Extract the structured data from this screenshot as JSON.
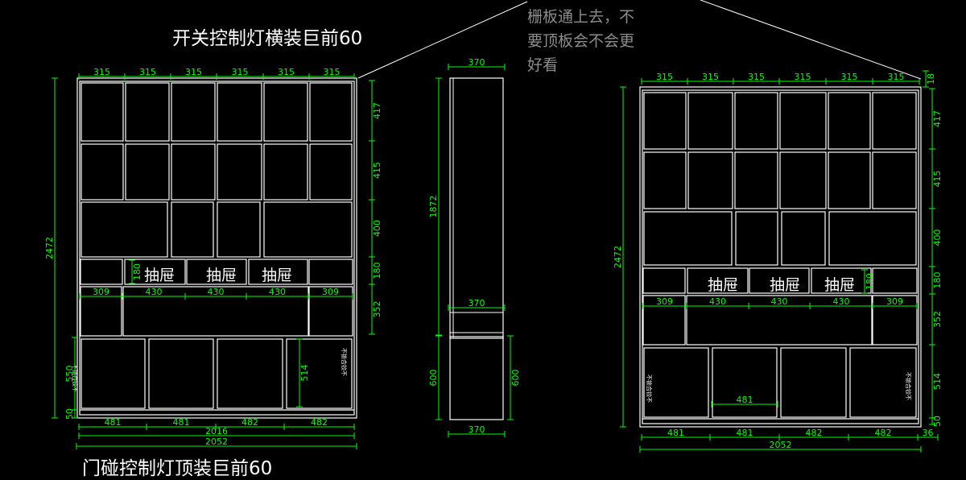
{
  "annotations": {
    "title_top": "开关控制灯横装巨前60",
    "title_bottom": "门碰控制灯顶装巨前60",
    "note_lines": [
      "栅板通上去，不",
      "要顶板会不会更",
      "好看"
    ]
  },
  "drawer_label": "抽屉",
  "side_note": "不锁合铰不",
  "colors": {
    "background": "#000000",
    "cabinet_line": "#ffffff",
    "dimension": "#00ff00",
    "note_text": "#8c8c8c"
  },
  "left_view": {
    "top_widths": [
      "315",
      "315",
      "315",
      "315",
      "315",
      "315"
    ],
    "right_heights": [
      "417",
      "415",
      "400",
      "180",
      "352"
    ],
    "total_height": "2472",
    "drawer_height": "180",
    "mid_widths": [
      "309",
      "430",
      "430",
      "430",
      "309"
    ],
    "lower_left": "550",
    "lower_right": "514",
    "base": "50",
    "bottom_widths": [
      "481",
      "481",
      "482",
      "482"
    ],
    "inner_total": "2016",
    "overall_width": "2052"
  },
  "side_view": {
    "depth_top": "370",
    "depth_mid": "370",
    "depth_bottom": "370",
    "upper_height": "1872",
    "lower_height_left": "600",
    "lower_height_right": "600"
  },
  "right_view": {
    "top_widths": [
      "315",
      "315",
      "315",
      "315",
      "315",
      "315"
    ],
    "top_right": "18",
    "right_heights": [
      "417",
      "415",
      "400",
      "180",
      "352",
      "514",
      "50"
    ],
    "total_height": "2472",
    "drawer_height": "180",
    "mid_widths": [
      "309",
      "430",
      "430",
      "430",
      "309"
    ],
    "door_inner": "481",
    "bottom_widths": [
      "481",
      "481",
      "482",
      "482",
      "36"
    ],
    "overall_width": "2052"
  }
}
